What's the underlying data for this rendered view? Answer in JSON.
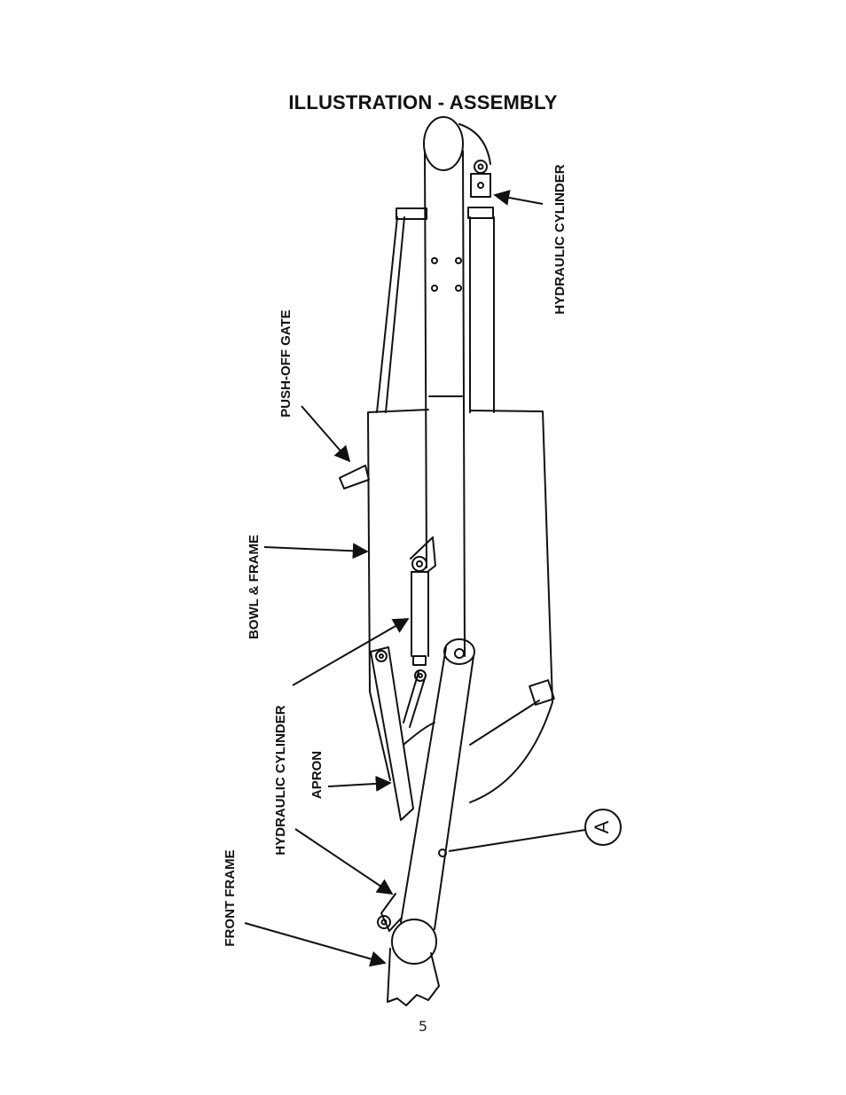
{
  "title": "ILLUSTRATION - ASSEMBLY",
  "labels": {
    "hydraulic_cylinder_top": "HYDRAULIC CYLINDER",
    "push_off_gate": "PUSH-OFF GATE",
    "bowl_frame": "BOWL & FRAME",
    "hydraulic_cylinder_mid": "HYDRAULIC CYLINDER",
    "apron": "APRON",
    "hydraulic_cylinder_low": "HYDRAULIC CYLINDER",
    "front_frame": "FRONT FRAME"
  },
  "callout": {
    "letter": "A"
  },
  "page_number": "5",
  "colors": {
    "ink": "#111111",
    "paper": "#ffffff"
  }
}
